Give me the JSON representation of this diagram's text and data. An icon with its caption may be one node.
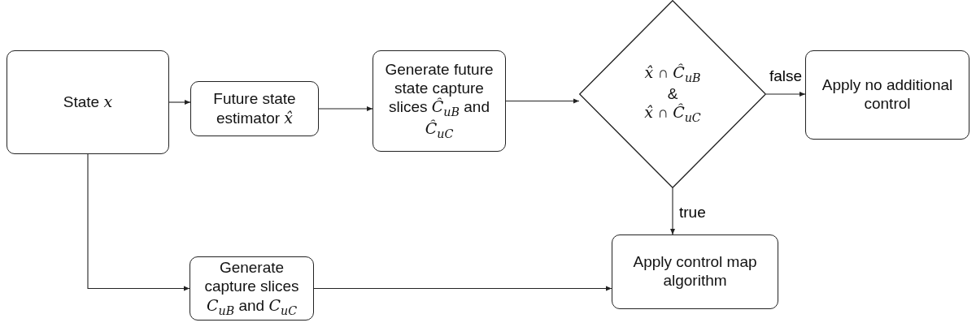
{
  "diagram": {
    "nodes": [
      {
        "text": [
          "State *x*"
        ]
      },
      {
        "text": [
          "Future state estimator *x̂*"
        ]
      },
      {
        "text": [
          "Generate future state capture slices *Ĉ*$_{uB}$ and *Ĉ*$_{uC}$"
        ]
      },
      {
        "text": [
          "*x̂* ∩ *Ĉ*$_{uB}$",
          "&",
          "*x̂* ∩ *Ĉ*$_{uC}$"
        ]
      },
      {
        "text": [
          "Apply no additional control"
        ]
      },
      {
        "text": [
          "Generate capture slices *C*$_{uB}$ and *C*$_{uC}$"
        ]
      },
      {
        "text": [
          "Apply control map algorithm"
        ]
      }
    ],
    "edges": [
      {
        "from": 0,
        "to": 1,
        "arrow": "to"
      },
      {
        "from": 1,
        "to": 2,
        "arrow": "to"
      },
      {
        "from": 2,
        "to": 3,
        "arrow": "to"
      },
      {
        "from": 3,
        "to": 4,
        "arrow": "to",
        "label": "false"
      },
      {
        "from": 3,
        "to": 6,
        "arrow": "to",
        "label": "true"
      },
      {
        "from": 0,
        "to": 5,
        "arrow": "to"
      },
      {
        "from": 5,
        "to": 6,
        "arrow": "to"
      }
    ]
  }
}
